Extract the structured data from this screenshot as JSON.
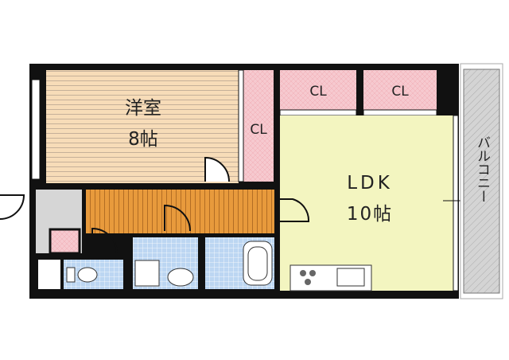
{
  "rooms": {
    "western_room": {
      "name": "洋室",
      "size": "8帖"
    },
    "ldk": {
      "name": "LDK",
      "size": "10帖"
    },
    "closet_side": {
      "name": "CL"
    },
    "closet_top_1": {
      "name": "CL"
    },
    "closet_top_2": {
      "name": "CL"
    },
    "balcony": {
      "name": "バルコニー"
    }
  },
  "colors": {
    "wall": "#111111",
    "western_room_floor": "#f7dcb8",
    "ldk_floor": "#f3f5c0",
    "closet": "#f6c9cf",
    "hallway": "#e89a3c",
    "entrance": "#d6d6d6",
    "wet_area": "#bcd6f2",
    "balcony": "#cfcfcf"
  }
}
